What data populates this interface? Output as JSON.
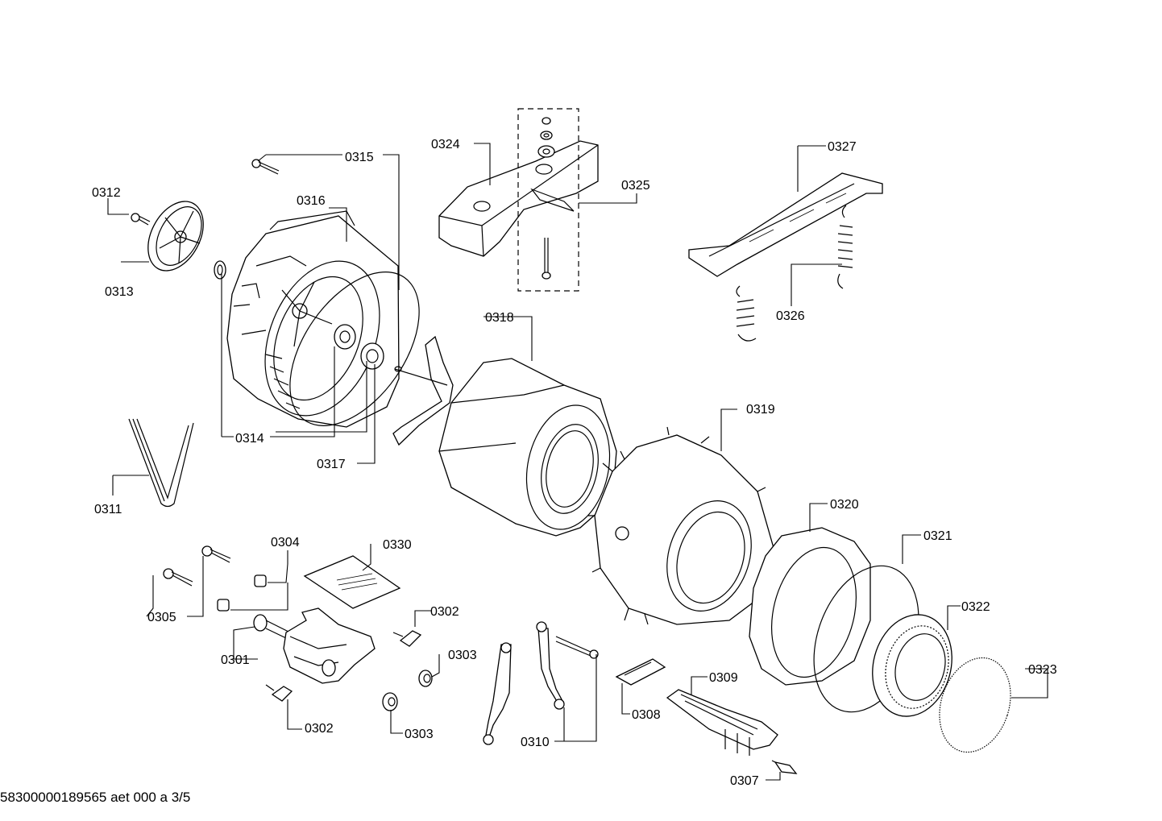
{
  "footer": "58300000189565 aet 000 a 3/5",
  "labels": {
    "p0301": "0301",
    "p0302a": "0302",
    "p0302b": "0302",
    "p0303a": "0303",
    "p0303b": "0303",
    "p0304": "0304",
    "p0305": "0305",
    "p0307": "0307",
    "p0308": "0308",
    "p0309": "0309",
    "p0310": "0310",
    "p0311": "0311",
    "p0312": "0312",
    "p0313": "0313",
    "p0314": "0314",
    "p0315": "0315",
    "p0316": "0316",
    "p0317": "0317",
    "p0318": "0318",
    "p0319": "0319",
    "p0320": "0320",
    "p0321": "0321",
    "p0322": "0322",
    "p0323": "0323",
    "p0324": "0324",
    "p0325": "0325",
    "p0326": "0326",
    "p0327": "0327",
    "p0330": "0330"
  }
}
